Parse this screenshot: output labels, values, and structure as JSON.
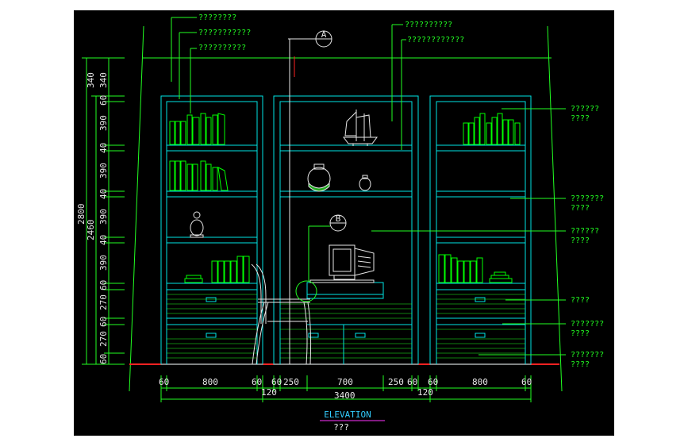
{
  "annotations_top_left": [
    "????????",
    "???????????",
    "??????????"
  ],
  "annotations_top_center": [
    "??????????",
    "????????????"
  ],
  "annotations_right": [
    [
      "??????",
      "????"
    ],
    [
      "???????",
      "????"
    ],
    [
      "??????",
      "????"
    ],
    [
      "????"
    ],
    [
      "???????",
      "????"
    ],
    [
      "???????",
      "????"
    ]
  ],
  "section_markers": [
    "A",
    "B"
  ],
  "left_dims": [
    "340",
    "60",
    "390",
    "40",
    "390",
    "40",
    "390",
    "40",
    "390",
    "60",
    "270",
    "60",
    "270",
    "60"
  ],
  "left_totals": [
    "2800",
    "2460"
  ],
  "bottom_dims": [
    "60",
    "800",
    "60",
    "60",
    "250",
    "700",
    "250",
    "60",
    "60",
    "800",
    "60"
  ],
  "bottom_sub": [
    "120",
    "120"
  ],
  "bottom_total": "3400",
  "view_title": "ELEVATION",
  "view_subtitle": "???",
  "colors": {
    "background": "#000000",
    "cabinet": "#00e5e5",
    "books": "#00ff00",
    "dim_lines": "#22ff22",
    "text": "#e8e8e8",
    "title": "#33ccff",
    "floor": "#ff2222"
  }
}
